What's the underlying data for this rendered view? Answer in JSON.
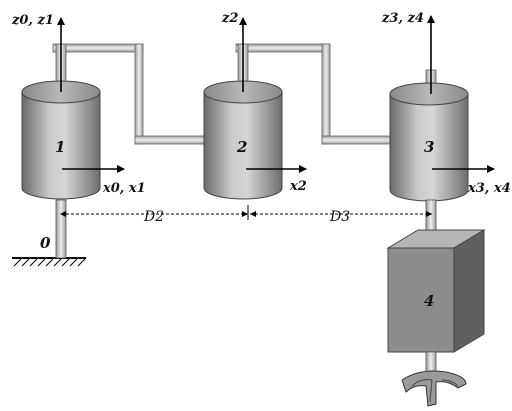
{
  "diagram": {
    "joints": [
      {
        "id": "1",
        "z_label": "z0, z1",
        "x_label": "x0, x1"
      },
      {
        "id": "2",
        "z_label": "z2",
        "x_label": "x2"
      },
      {
        "id": "3",
        "z_label": "z3, z4",
        "x_label": "x3, x4"
      }
    ],
    "end_block_label": "4",
    "base_label": "0",
    "dimensions": {
      "d2": "D2",
      "d3": "D3"
    },
    "colors": {
      "cylinder_dark": "#5a5a5a",
      "cylinder_light": "#d8d8d8",
      "block": "#8a8a8a",
      "pipe": "#c8c8c8"
    }
  }
}
